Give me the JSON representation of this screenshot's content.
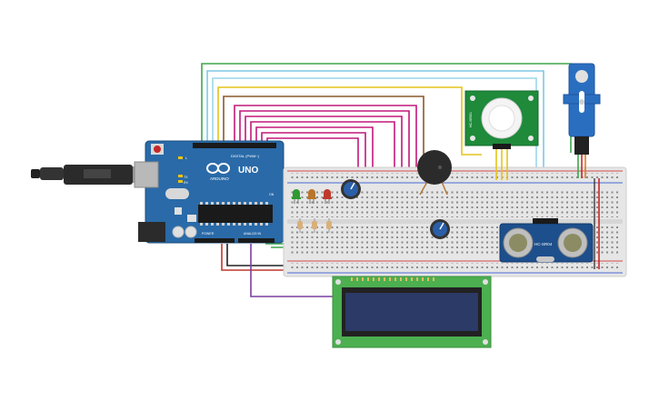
{
  "arduino": {
    "brand": "ARDUINO",
    "model": "UNO",
    "digital_header": "DIGITAL (PWM~)",
    "analog_header": "ANALOG IN",
    "power_header": "POWER",
    "label_l": "L",
    "label_tx": "TX",
    "label_rx": "RX",
    "label_on": "ON"
  },
  "pir_sensor": {
    "side_label": "HC-SR501"
  },
  "ultrasonic_sensor": {
    "label": "HC-SR04"
  },
  "colors": {
    "arduino_board": "#2a6aa8",
    "breadboard": "#e6e6e6",
    "lcd_pcb": "#4caf50",
    "lcd_screen": "#2b3a66",
    "pir_pcb": "#1e8a3a",
    "ultrasonic_pcb": "#1d4f8c",
    "servo_body": "#2a6fbf",
    "buzzer": "#2b2b2b",
    "led_green": "#2e9b2e",
    "led_orange": "#b8762a",
    "led_red": "#c0392b"
  }
}
